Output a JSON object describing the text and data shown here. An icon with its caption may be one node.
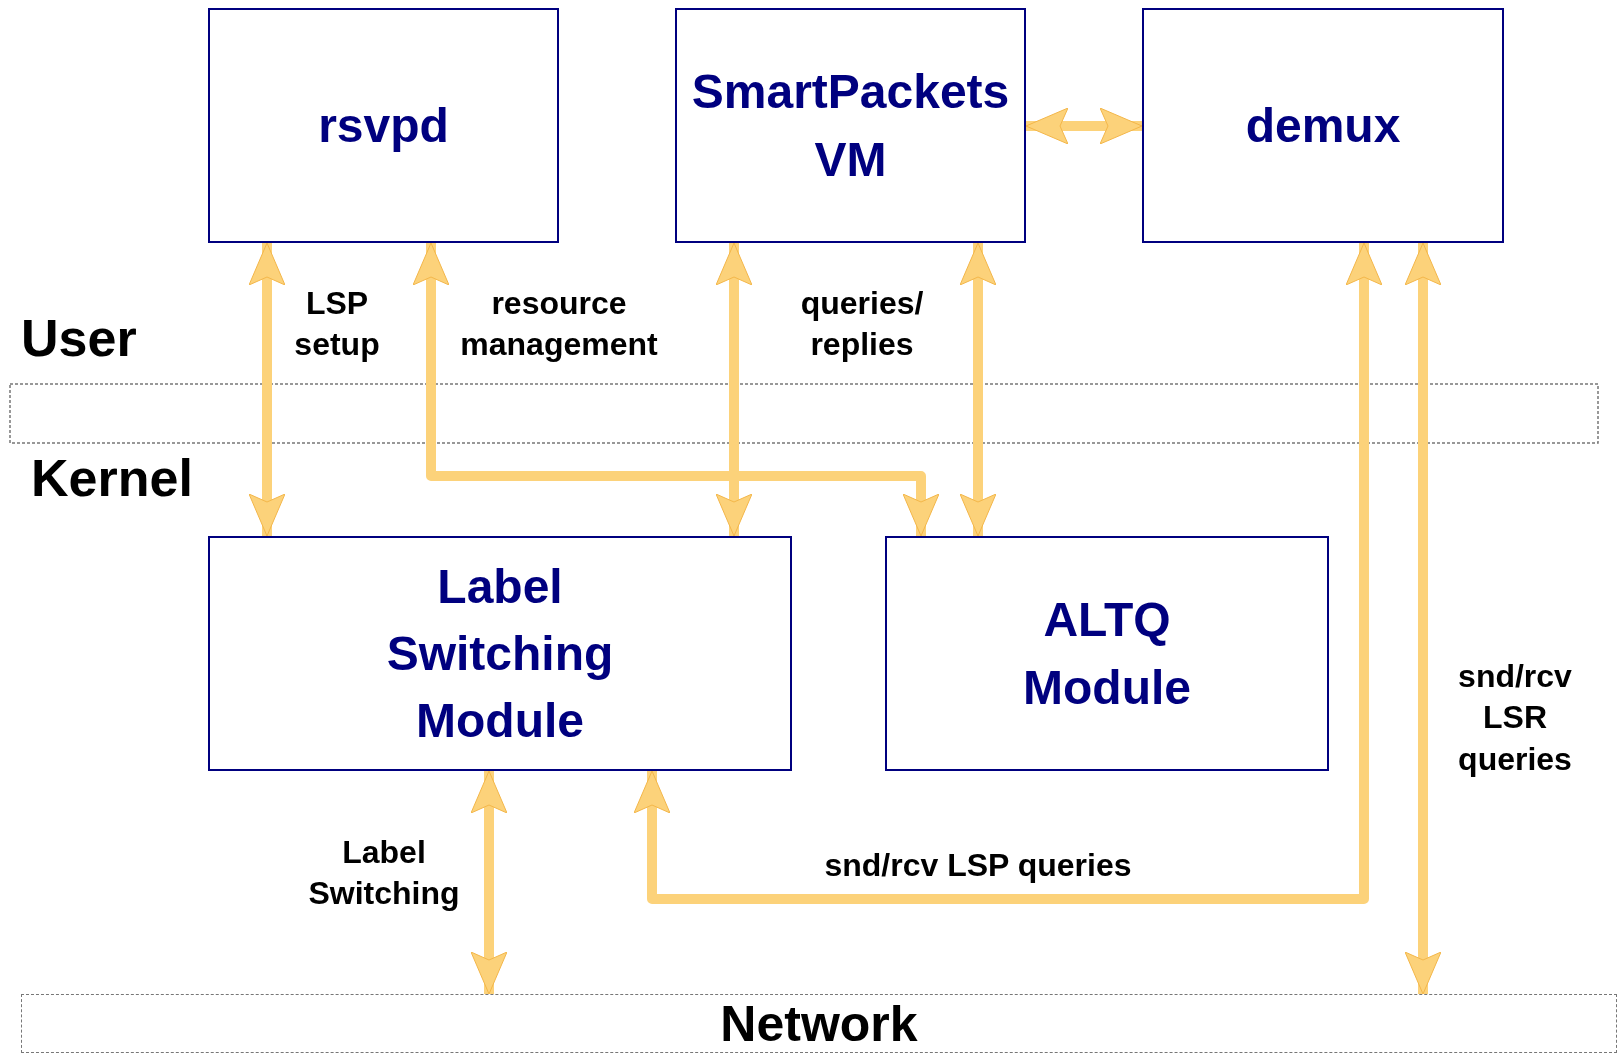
{
  "diagram": {
    "nodes": [
      {
        "text": [
          "rsvpd"
        ]
      },
      {
        "text": [
          "SmartPackets VM"
        ]
      },
      {
        "text": [
          "demux"
        ]
      },
      {
        "text": [
          "Label Switching Module"
        ]
      },
      {
        "text": [
          "ALTQ Module"
        ]
      },
      {
        "text": [
          "Network"
        ]
      }
    ],
    "edges": [
      {
        "from": 0,
        "to": 3,
        "arrow": "both",
        "label": "LSP setup"
      },
      {
        "from": 0,
        "to": 4,
        "arrow": "both",
        "label": "resource management"
      },
      {
        "from": 1,
        "to": 3,
        "arrow": "both",
        "label": "queries/ replies"
      },
      {
        "from": 1,
        "to": 4,
        "arrow": "both"
      },
      {
        "from": 1,
        "to": 2,
        "arrow": "both"
      },
      {
        "from": 2,
        "to": 3,
        "arrow": "both",
        "label": "snd/rcv LSP queries"
      },
      {
        "from": 2,
        "to": 5,
        "arrow": "both",
        "label": "snd/rcv LSR queries"
      },
      {
        "from": 3,
        "to": 5,
        "arrow": "both",
        "label": "Label Switching"
      }
    ],
    "labels": [
      "User",
      "Kernel"
    ]
  }
}
